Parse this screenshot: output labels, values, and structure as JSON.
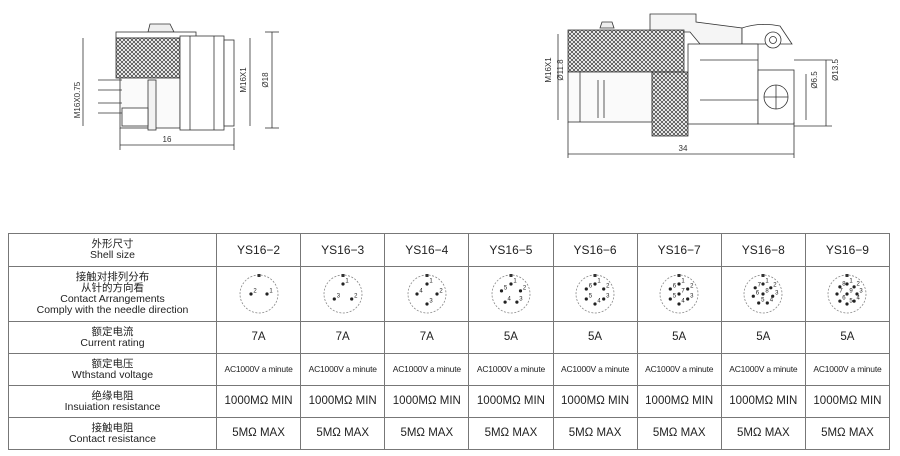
{
  "drawings": {
    "left": {
      "dim_thread": "M16X0.75",
      "dim_thread2": "M16X1",
      "dim_dia": "Ø18",
      "dim_length": "16"
    },
    "right": {
      "dim_thread": "M16X1",
      "dim_inner": "Ø11.8",
      "dim_small": "Ø6.5",
      "dim_outer": "Ø13.5",
      "dim_length": "34"
    }
  },
  "table": {
    "headers": {
      "shell": {
        "cn": "外形尺寸",
        "en": "Shell size"
      },
      "contact": {
        "cn1": "接触对排列分布",
        "cn2": "从针的方向看",
        "en1": "Contact Arrangements",
        "en2": "Comply with the needle direction"
      },
      "current": {
        "cn": "额定电流",
        "en": "Current rating"
      },
      "voltage": {
        "cn": "额定电压",
        "en": "Wthstand voltage"
      },
      "insulation": {
        "cn": "绝缘电阻",
        "en": "Insuiation resistance"
      },
      "contact_res": {
        "cn": "接触电阻",
        "en": "Contact resistance"
      }
    },
    "models": [
      "YS16−2",
      "YS16−3",
      "YS16−4",
      "YS16−5",
      "YS16−6",
      "YS16−7",
      "YS16−8",
      "YS16−9"
    ],
    "pin_counts": [
      2,
      3,
      4,
      5,
      6,
      7,
      8,
      9
    ],
    "current": [
      "7A",
      "7A",
      "7A",
      "5A",
      "5A",
      "5A",
      "5A",
      "5A"
    ],
    "voltage": [
      "AC1000V a minute",
      "AC1000V a minute",
      "AC1000V a minute",
      "AC1000V a minute",
      "AC1000V a minute",
      "AC1000V a minute",
      "AC1000V a minute",
      "AC1000V a minute"
    ],
    "insulation": [
      "1000MΩ MIN",
      "1000MΩ MIN",
      "1000MΩ MIN",
      "1000MΩ MIN",
      "1000MΩ MIN",
      "1000MΩ MIN",
      "1000MΩ MIN",
      "1000MΩ MIN"
    ],
    "contact_res": [
      "5MΩ MAX",
      "5MΩ MAX",
      "5MΩ MAX",
      "5MΩ MAX",
      "5MΩ MAX",
      "5MΩ MAX",
      "5MΩ MAX",
      "5MΩ MAX"
    ]
  }
}
